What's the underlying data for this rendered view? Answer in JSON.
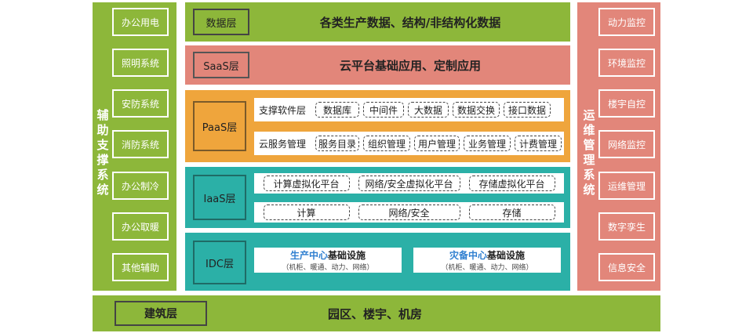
{
  "left_panel": {
    "title": "辅助支撑系统",
    "items": [
      "办公用电",
      "照明系统",
      "安防系统",
      "消防系统",
      "办公制冷",
      "办公取暖",
      "其他辅助"
    ]
  },
  "right_panel": {
    "title": "运维管理系统",
    "items": [
      "动力监控",
      "环境监控",
      "楼宇自控",
      "网络监控",
      "运维管理",
      "数字孪生",
      "信息安全"
    ]
  },
  "data_layer": {
    "tag": "数据层",
    "text": "各类生产数据、结构/非结构化数据"
  },
  "saas_layer": {
    "tag": "SaaS层",
    "text": "云平台基础应用、定制应用"
  },
  "paas_layer": {
    "tag": "PaaS层",
    "rows": [
      {
        "label": "支撑软件层",
        "items": [
          "数据库",
          "中间件",
          "大数据",
          "数据交换",
          "接口数据"
        ]
      },
      {
        "label": "云服务管理",
        "items": [
          "服务目录",
          "组织管理",
          "用户管理",
          "业务管理",
          "计费管理"
        ]
      }
    ]
  },
  "iaas_layer": {
    "tag": "IaaS层",
    "rows": [
      {
        "items": [
          "计算虚拟化平台",
          "网络/安全虚拟化平台",
          "存储虚拟化平台"
        ]
      },
      {
        "items": [
          "计算",
          "网络/安全",
          "存储"
        ]
      }
    ]
  },
  "idc_layer": {
    "tag": "IDC层",
    "boxes": [
      {
        "highlight": "生产中心",
        "title": "基础设施",
        "sub": "（机柜、暖通、动力、网络）"
      },
      {
        "highlight": "灾备中心",
        "title": "基础设施",
        "sub": "（机柜、暖通、动力、网络）"
      }
    ]
  },
  "building_layer": {
    "tag": "建筑层",
    "text": "园区、楼宇、机房"
  },
  "colors": {
    "green": "#8db73a",
    "salmon": "#e2867a",
    "orange": "#efa53c",
    "teal": "#2bb0a7",
    "highlight_blue": "#2f7fd0"
  }
}
